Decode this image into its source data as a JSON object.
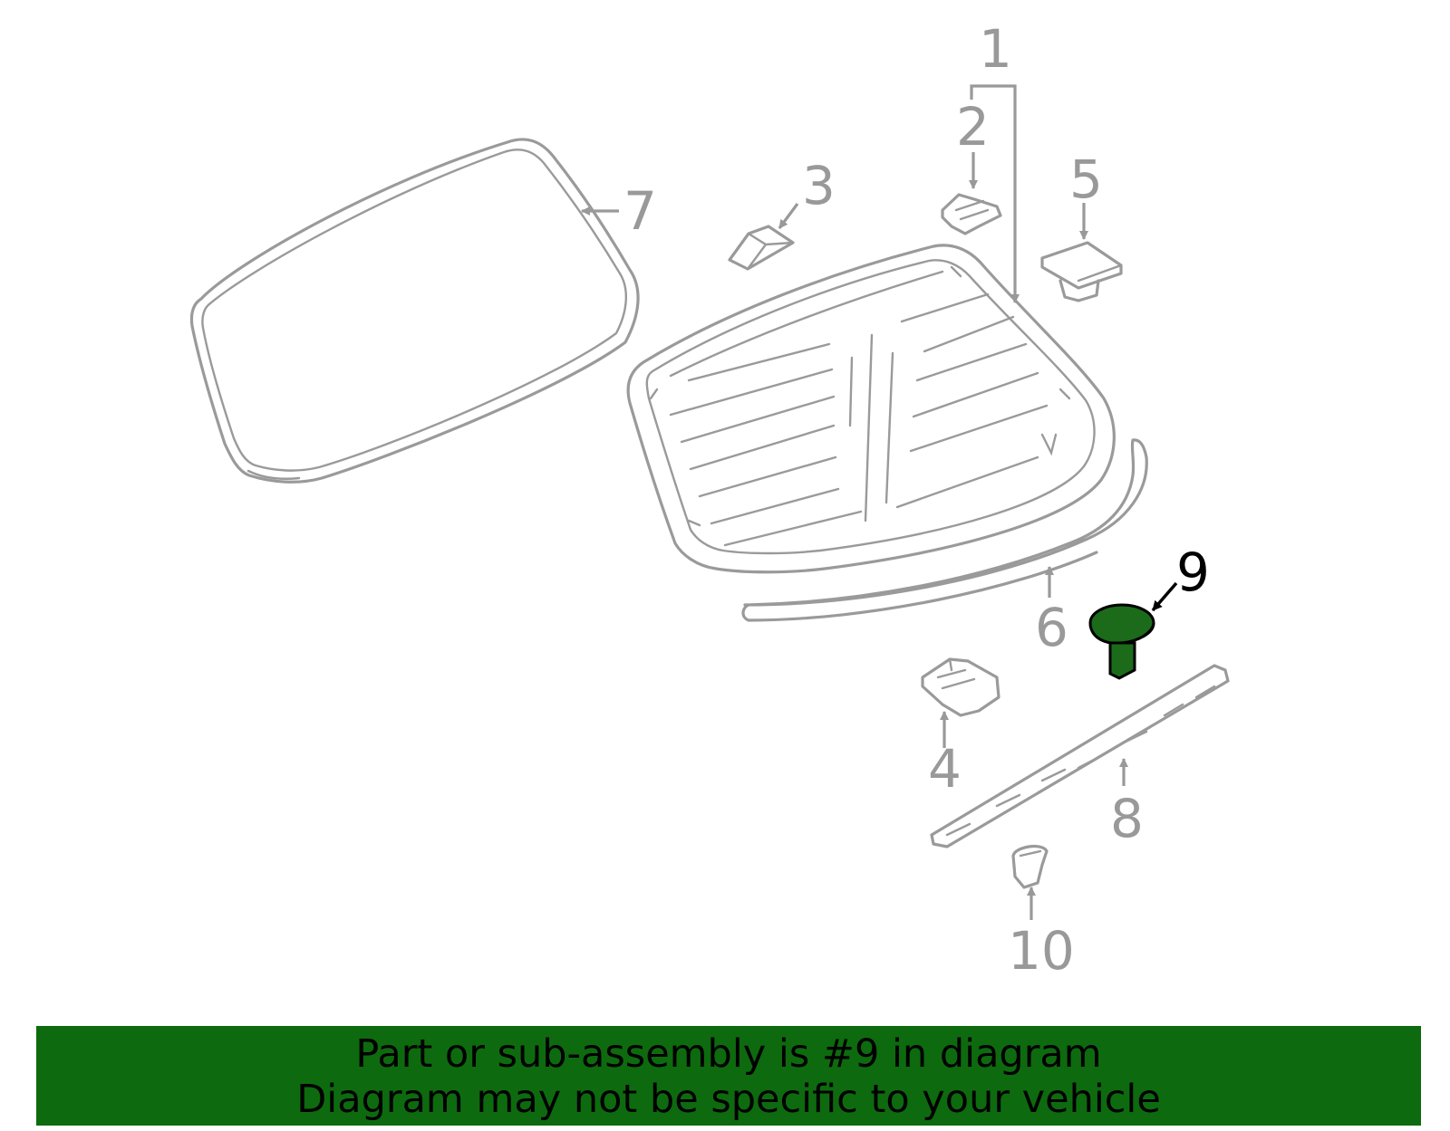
{
  "callouts": {
    "c1": "1",
    "c2": "2",
    "c3": "3",
    "c4": "4",
    "c5": "5",
    "c6": "6",
    "c7": "7",
    "c8": "8",
    "c9": "9",
    "c10": "10"
  },
  "highlight": {
    "part_number": "9",
    "fill_color": "#1b6b1b",
    "banner_color": "#0e6a0e"
  },
  "banner": {
    "line1": "Part or sub-assembly is #9 in diagram",
    "line2": "Diagram may not be specific to your vehicle"
  },
  "colors": {
    "part_stroke": "#9a9a9a",
    "label_gray": "#999999",
    "label_highlight": "#000000"
  }
}
